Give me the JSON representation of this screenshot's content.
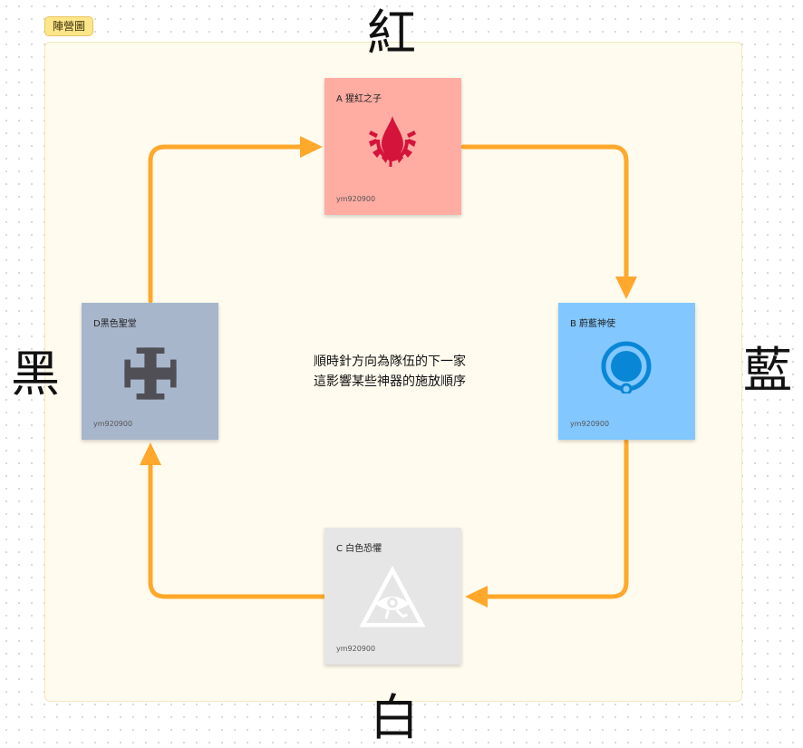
{
  "frame": {
    "tag": "陣營圖"
  },
  "labels": {
    "top": "紅",
    "right": "藍",
    "bottom": "白",
    "left": "黑"
  },
  "cards": {
    "a": {
      "title": "A 猩紅之子",
      "author": "ym920900",
      "color": "#ffaca3",
      "icon": "blood-drop-gear-icon"
    },
    "b": {
      "title": "B 蔚藍神使",
      "author": "ym920900",
      "color": "#82c7ff",
      "icon": "blue-orb-icon"
    },
    "c": {
      "title": "C 白色恐懼",
      "author": "ym920900",
      "color": "#e6e6e6",
      "icon": "eye-triangle-icon"
    },
    "d": {
      "title": "D黑色聖堂",
      "author": "ym920900",
      "color": "#a8b6cc",
      "icon": "cross-icon"
    }
  },
  "note": {
    "line1": "順時針方向為隊伍的下一家",
    "line2": "這影響某些神器的施放順序"
  },
  "colors": {
    "arrow": "#ffa82b",
    "frame_bg": "#fffbee",
    "tag_bg": "#fde68a"
  }
}
